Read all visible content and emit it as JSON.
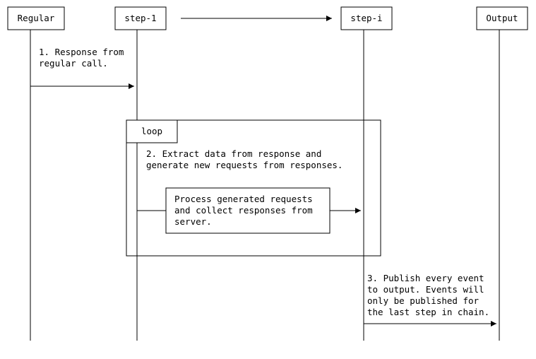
{
  "participants": [
    "Regular",
    "step-1",
    "step-i",
    "Output"
  ],
  "messages": {
    "m1": [
      "1. Response from",
      "regular call."
    ],
    "m2": [
      "2. Extract data from response and",
      "generate new requests from responses."
    ],
    "m3": [
      "3. Publish every event",
      "to output. Events will",
      "only be published for",
      "the last step in chain."
    ]
  },
  "loop_label": "loop",
  "process_box": [
    "Process generated requests",
    "and collect responses from",
    "server."
  ]
}
